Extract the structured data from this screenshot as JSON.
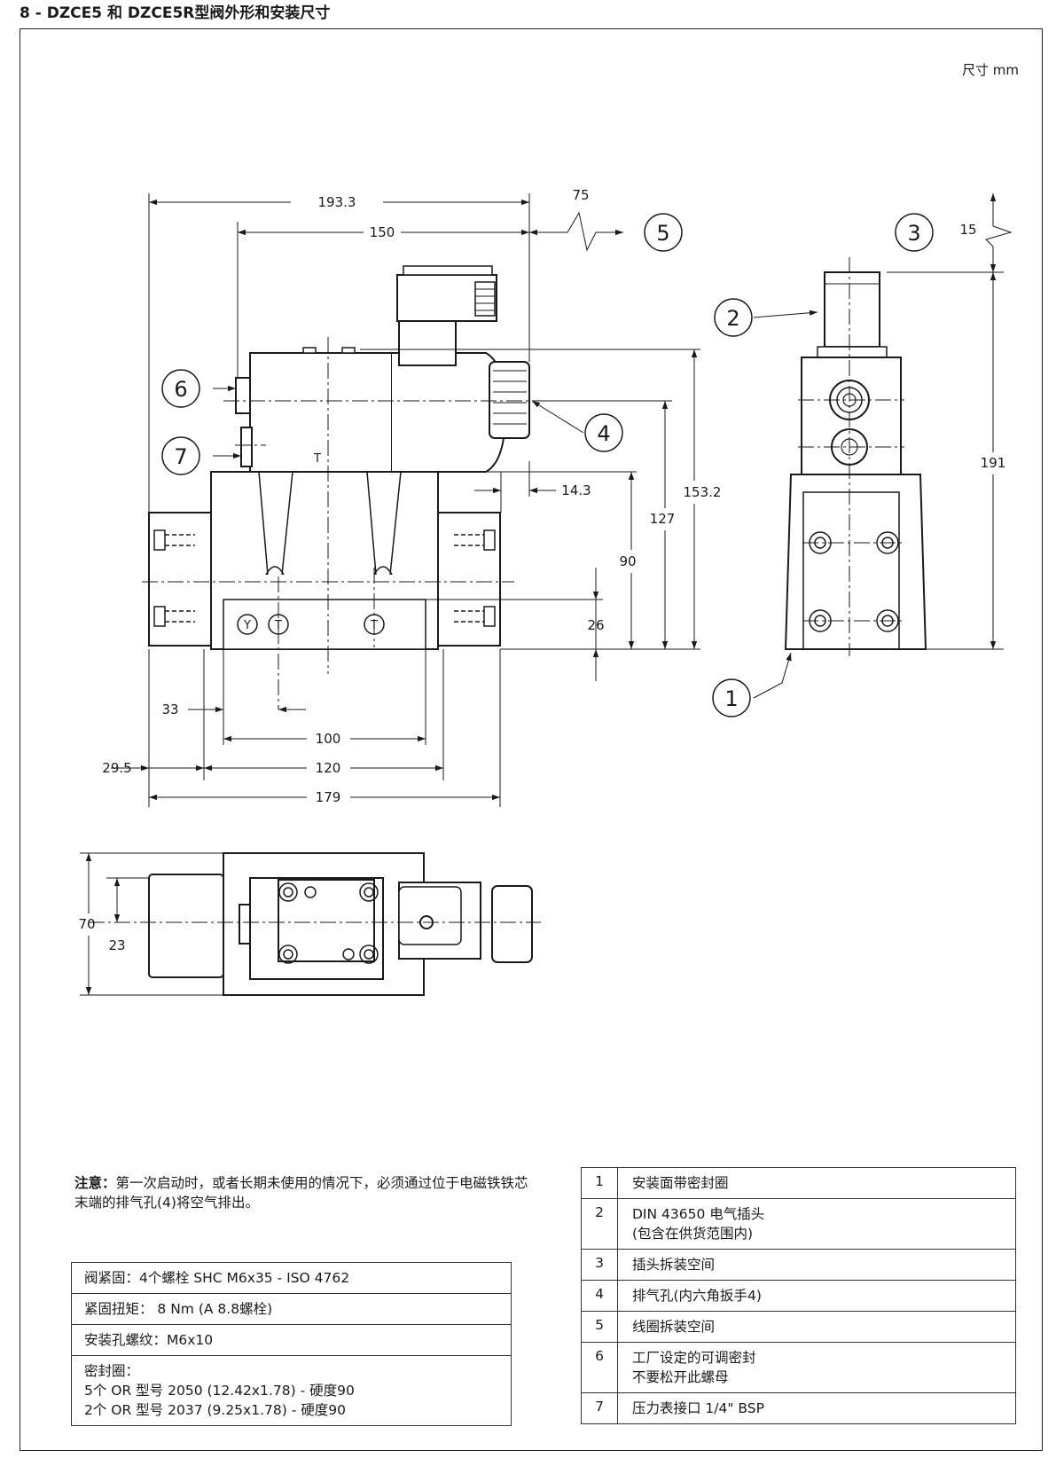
{
  "title": "8 - DZCE5 和 DZCE5R型阀外形和安装尺寸",
  "units": "尺寸  mm",
  "dimensions": {
    "d193": "193.3",
    "d150": "150",
    "d75": "75",
    "d15": "15",
    "d14": "14.3",
    "d153": "153.2",
    "d127": "127",
    "d90": "90",
    "d26": "26",
    "d191": "191",
    "d33": "33",
    "d100": "100",
    "d295": "29.5",
    "d120": "120",
    "d179": "179",
    "d70": "70",
    "d23": "23"
  },
  "callouts": [
    "1",
    "2",
    "3",
    "4",
    "5",
    "6",
    "7"
  ],
  "ports": {
    "y": "Y",
    "t1": "T",
    "t2": "T",
    "t_top": "T"
  },
  "note": {
    "label": "注意：",
    "text": "第一次启动时，或者长期未使用的情况下，必须通过位于电磁铁铁芯末端的排气孔(4)将空气排出。"
  },
  "specs": {
    "bolts": "阀紧固：4个螺栓 SHC M6x35 - ISO 4762",
    "torque": "紧固扭矩：  8 Nm (A 8.8螺栓)",
    "thread": "安装孔螺纹：M6x10",
    "seals_title": "密封圈：",
    "seal1": "5个 OR 型号 2050 (12.42x1.78) - 硬度90",
    "seal2": "2个 OR 型号 2037 (9.25x1.78) - 硬度90"
  },
  "legend": [
    {
      "num": "1",
      "text": "安装面带密封圈",
      "text2": ""
    },
    {
      "num": "2",
      "text": "DIN 43650 电气插头",
      "text2": "(包含在供货范围内)"
    },
    {
      "num": "3",
      "text": "插头拆装空间",
      "text2": ""
    },
    {
      "num": "4",
      "text": "排气孔(内六角扳手4)",
      "text2": ""
    },
    {
      "num": "5",
      "text": "线圈拆装空间",
      "text2": ""
    },
    {
      "num": "6",
      "text": "工厂设定的可调密封",
      "text2": "不要松开此螺母"
    },
    {
      "num": "7",
      "text": "压力表接口 1/4\" BSP",
      "text2": ""
    }
  ]
}
